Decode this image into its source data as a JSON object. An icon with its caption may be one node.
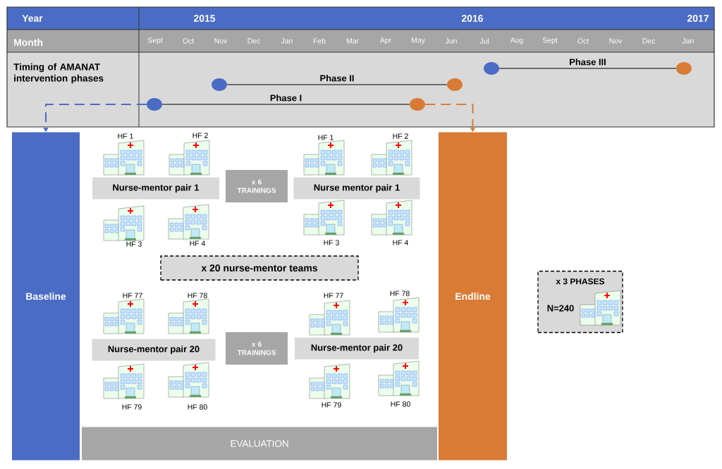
{
  "diagram": {
    "nodes": [
      {
        "text": [
          "Baseline"
        ]
      },
      {
        "text": [
          "Endline"
        ]
      },
      {
        "text": [
          "EVALUATION"
        ]
      },
      {
        "text": [
          "Nurse-mentor pair 1"
        ]
      },
      {
        "text": [
          "x 6 TRAININGS"
        ]
      },
      {
        "text": [
          "Nurse mentor pair 1"
        ]
      },
      {
        "text": [
          "x 20 nurse-mentor teams"
        ]
      },
      {
        "text": [
          "Nurse-mentor pair 20"
        ]
      },
      {
        "text": [
          "x 6 TRAININGS"
        ]
      },
      {
        "text": [
          "Nurse-mentor pair 20"
        ]
      },
      {
        "text": [
          "x 3 PHASES",
          "N=240"
        ]
      },
      {
        "text": [],
        "shape": "circle"
      },
      {
        "text": [],
        "shape": "circle"
      },
      {
        "text": [],
        "shape": "circle"
      },
      {
        "text": [],
        "shape": "circle"
      },
      {
        "text": [],
        "shape": "circle"
      },
      {
        "text": [],
        "shape": "circle"
      }
    ],
    "edges": [
      {
        "from": 11,
        "to": 13,
        "arrow": "none",
        "label": "Phase I"
      },
      {
        "from": 12,
        "to": 14,
        "arrow": "none",
        "label": "Phase II"
      },
      {
        "from": 15,
        "to": 16,
        "arrow": "none",
        "label": "Phase III"
      },
      {
        "from": 11,
        "to": 0,
        "arrow": "to",
        "style": "dashed",
        "color": "#4a6cc4"
      },
      {
        "from": 13,
        "to": 1,
        "arrow": "to",
        "style": "dashed",
        "color": "#d97b35"
      }
    ],
    "labels": [
      "Year",
      "2015",
      "2016",
      "2017",
      "Month",
      "Sept",
      "Oct",
      "Nov",
      "Dec",
      "Jan",
      "Feb",
      "Mar",
      "Apr",
      "May",
      "Jun",
      "Jul",
      "Aug",
      "Sept",
      "Oct",
      "Nov",
      "Dec",
      "Jan",
      "Timing of AMANAT intervention phases",
      "HF 1",
      "HF 2",
      "HF 1",
      "HF 2",
      "HF 3",
      "HF 4",
      "HF 3",
      "HF 4",
      "HF 77",
      "HF 78",
      "HF 77",
      "HF 78",
      "HF 79",
      "HF 80",
      "HF 79",
      "HF 80"
    ]
  }
}
